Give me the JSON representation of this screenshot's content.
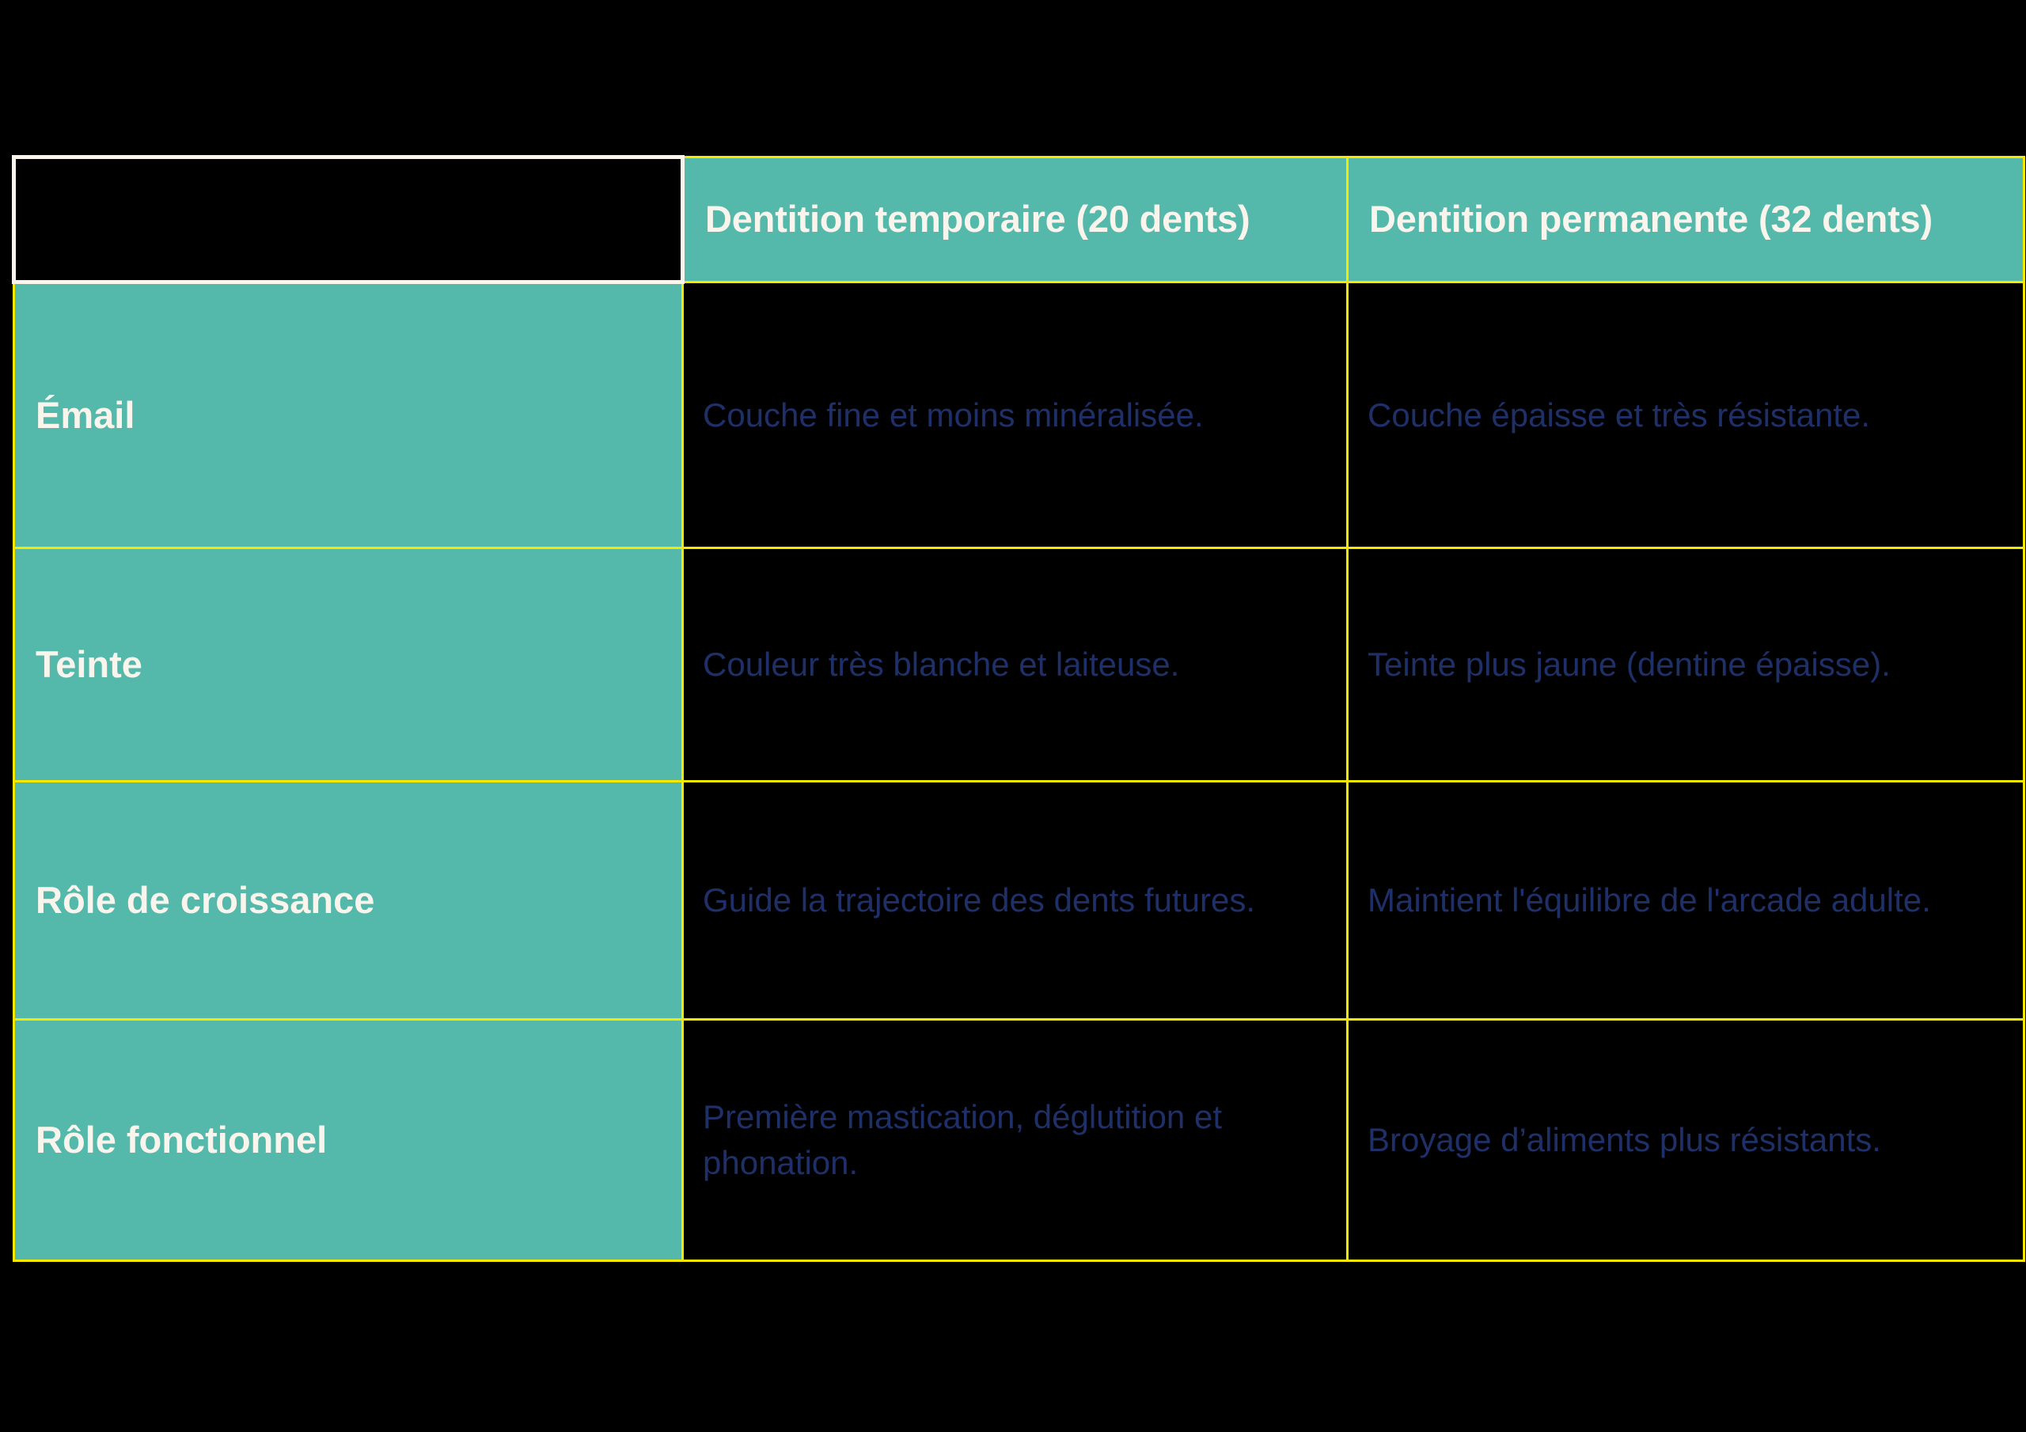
{
  "slide": {
    "background_color": "#000000",
    "accent_color": "#54B8AA",
    "border_color": "#F5E900",
    "header_text_color": "#FAF5EC",
    "value_text_color": "#1F3069"
  },
  "table": {
    "corner_label": "",
    "columns": [
      "Dentition temporaire (20 dents)",
      "Dentition permanente (32 dents)"
    ],
    "rows": [
      {
        "label": "Émail",
        "temporaire": "Couche fine et moins minéralisée.",
        "permanente": "Couche épaisse et très résistante."
      },
      {
        "label": "Teinte",
        "temporaire": "Couleur très blanche et laiteuse.",
        "permanente": "Teinte plus jaune (dentine épaisse)."
      },
      {
        "label": "Rôle de croissance",
        "temporaire": "Guide la trajectoire des dents futures.",
        "permanente": "Maintient l'équilibre de l'arcade adulte."
      },
      {
        "label": "Rôle fonctionnel",
        "temporaire": "Première mastication, déglutition et phonation.",
        "permanente": "Broyage d’aliments plus résistants."
      }
    ]
  }
}
